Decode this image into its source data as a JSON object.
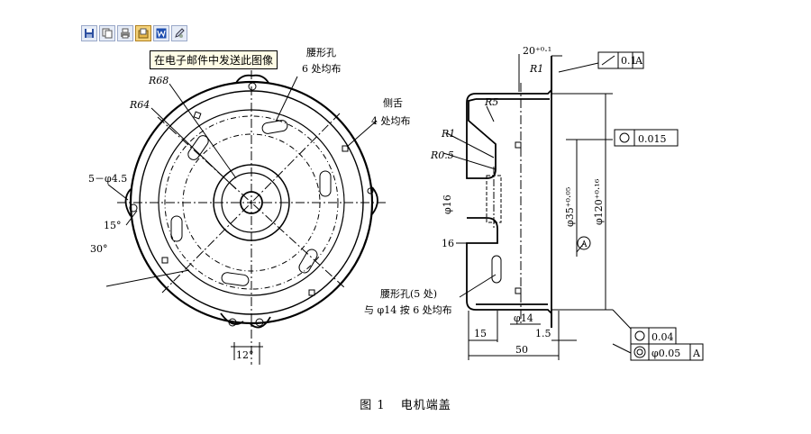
{
  "toolbar": {
    "buttons": [
      {
        "icon": "save-icon"
      },
      {
        "icon": "copy-icon"
      },
      {
        "icon": "print-icon"
      },
      {
        "icon": "image-folder-icon",
        "active": true
      },
      {
        "icon": "word-icon"
      },
      {
        "icon": "edit-icon"
      }
    ]
  },
  "tooltip": {
    "text": "在电子邮件中发送此图像"
  },
  "drawing": {
    "left": {
      "r68": "R68",
      "r64": "R64",
      "slot_title": "腰形孔",
      "slot_count": "6 处均布",
      "tongue_title": "侧舌",
      "tongue_count": "4 处均布",
      "holes": "5－φ4.5",
      "angle15": "15°",
      "angle30": "30°",
      "angle12": "12°"
    },
    "right": {
      "dim20": "20⁺⁰·¹",
      "r1_top": "R1",
      "r5": "R5",
      "r1": "R1",
      "r05": "R0.5",
      "phi16": "φ16",
      "d16": "16",
      "slot_note1": "腰形孔(5 处)",
      "slot_note2": "与 φ14 按 6 处均布",
      "phi14": "φ14",
      "d15": "15",
      "d15b": "1.5",
      "d50": "50",
      "phi35": "φ35⁺⁰·⁰⁵",
      "phi120": "φ120⁺⁰·¹⁶",
      "datum": "A",
      "fcf_top_tol": "0.1",
      "fcf_top_datum": "A",
      "fcf_mid_tol": "0.015",
      "fcf_bot1_tol": "0.04",
      "fcf_bot2_tol": "φ0.05",
      "fcf_bot2_datum": "A"
    }
  },
  "caption": {
    "fig": "图 1",
    "title": "电机端盖"
  }
}
